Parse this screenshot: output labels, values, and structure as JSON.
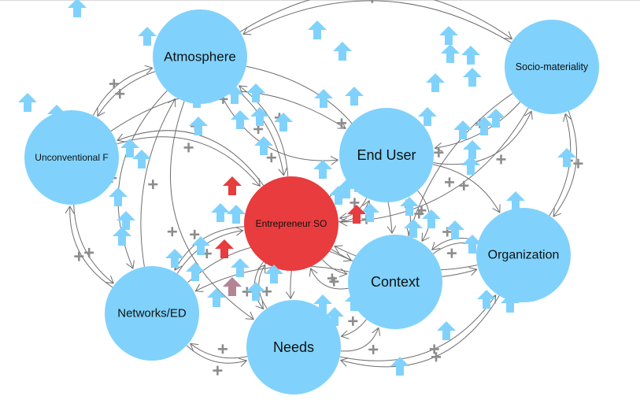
{
  "diagram": {
    "title": "Causal loop diagram",
    "colors": {
      "node_default": "#80d2fc",
      "node_focus": "#e83c3e",
      "edge": "#6e6e6e",
      "polarity": "#8c8c8c",
      "marker_increase": "#80d2fc",
      "marker_focus": "#e83c3e",
      "marker_muted": "#b48494"
    },
    "nodes": [
      {
        "id": "atmosphere",
        "label": "Atmosphere",
        "role": "default"
      },
      {
        "id": "socio",
        "label": "Socio-materiality",
        "role": "default"
      },
      {
        "id": "unconv",
        "label": "Unconventional F",
        "role": "default"
      },
      {
        "id": "enduser",
        "label": "End User",
        "role": "default"
      },
      {
        "id": "entre",
        "label": "Entrepreneur SO",
        "role": "focus"
      },
      {
        "id": "org",
        "label": "Organization",
        "role": "default"
      },
      {
        "id": "context",
        "label": "Context",
        "role": "default"
      },
      {
        "id": "networks",
        "label": "Networks/ED",
        "role": "default"
      },
      {
        "id": "needs",
        "label": "Needs",
        "role": "default"
      }
    ],
    "edges": [
      {
        "from": "atmosphere",
        "to": "unconv",
        "polarity": "+"
      },
      {
        "from": "unconv",
        "to": "atmosphere",
        "polarity": "+"
      },
      {
        "from": "socio",
        "to": "atmosphere",
        "polarity": "+"
      },
      {
        "from": "atmosphere",
        "to": "socio",
        "polarity": "+"
      },
      {
        "from": "enduser",
        "to": "socio",
        "polarity": "+"
      },
      {
        "from": "socio",
        "to": "enduser",
        "polarity": "+"
      },
      {
        "from": "org",
        "to": "socio",
        "polarity": "+"
      },
      {
        "from": "socio",
        "to": "org",
        "polarity": "+"
      },
      {
        "from": "needs",
        "to": "org",
        "polarity": "+"
      },
      {
        "from": "org",
        "to": "needs",
        "polarity": "+"
      },
      {
        "from": "context",
        "to": "networks",
        "polarity": "+"
      },
      {
        "from": "needs",
        "to": "networks",
        "polarity": "+"
      },
      {
        "from": "networks",
        "to": "needs",
        "polarity": "+"
      },
      {
        "from": "unconv",
        "to": "entre",
        "polarity": "+"
      },
      {
        "from": "entre",
        "to": "unconv",
        "polarity": "+"
      },
      {
        "from": "atmosphere",
        "to": "entre",
        "polarity": "+"
      },
      {
        "from": "entre",
        "to": "atmosphere",
        "polarity": "+"
      },
      {
        "from": "enduser",
        "to": "entre",
        "polarity": "+"
      },
      {
        "from": "entre",
        "to": "enduser",
        "polarity": "+"
      },
      {
        "from": "context",
        "to": "entre",
        "polarity": "+"
      },
      {
        "from": "entre",
        "to": "context",
        "polarity": "+"
      },
      {
        "from": "networks",
        "to": "entre",
        "polarity": "+"
      },
      {
        "from": "entre",
        "to": "networks",
        "polarity": "+"
      },
      {
        "from": "needs",
        "to": "entre",
        "polarity": "+"
      },
      {
        "from": "entre",
        "to": "needs",
        "polarity": "+"
      },
      {
        "from": "org",
        "to": "entre",
        "polarity": "+"
      },
      {
        "from": "entre",
        "to": "org",
        "polarity": "+"
      },
      {
        "from": "socio",
        "to": "entre",
        "polarity": "+"
      },
      {
        "from": "atmosphere",
        "to": "enduser",
        "polarity": "+"
      },
      {
        "from": "enduser",
        "to": "context",
        "polarity": "+"
      },
      {
        "from": "context",
        "to": "enduser",
        "polarity": "+"
      },
      {
        "from": "context",
        "to": "org",
        "polarity": "+"
      },
      {
        "from": "org",
        "to": "context",
        "polarity": "+"
      },
      {
        "from": "networks",
        "to": "context",
        "polarity": "+"
      },
      {
        "from": "needs",
        "to": "context",
        "polarity": "+"
      },
      {
        "from": "context",
        "to": "needs",
        "polarity": "+"
      },
      {
        "from": "unconv",
        "to": "networks",
        "polarity": "+"
      },
      {
        "from": "networks",
        "to": "unconv",
        "polarity": "+"
      },
      {
        "from": "atmosphere",
        "to": "networks",
        "polarity": "+"
      },
      {
        "from": "atmosphere",
        "to": "context",
        "polarity": "+"
      },
      {
        "from": "socio",
        "to": "context",
        "polarity": "+"
      },
      {
        "from": "enduser",
        "to": "org",
        "polarity": "+"
      },
      {
        "from": "enduser",
        "to": "needs",
        "polarity": "+"
      },
      {
        "from": "unconv",
        "to": "enduser",
        "polarity": "+"
      },
      {
        "from": "atmosphere",
        "to": "needs",
        "polarity": "+"
      },
      {
        "from": "networks",
        "to": "atmosphere",
        "polarity": "+"
      }
    ],
    "markers": [
      {
        "kind": "increase"
      },
      {
        "kind": "increase"
      },
      {
        "kind": "increase"
      },
      {
        "kind": "increase"
      },
      {
        "kind": "increase"
      },
      {
        "kind": "increase"
      },
      {
        "kind": "increase"
      },
      {
        "kind": "increase"
      },
      {
        "kind": "increase"
      },
      {
        "kind": "increase"
      },
      {
        "kind": "increase"
      },
      {
        "kind": "increase"
      },
      {
        "kind": "increase"
      },
      {
        "kind": "increase"
      },
      {
        "kind": "increase"
      },
      {
        "kind": "increase"
      },
      {
        "kind": "increase"
      },
      {
        "kind": "increase"
      },
      {
        "kind": "increase"
      },
      {
        "kind": "increase"
      },
      {
        "kind": "increase"
      },
      {
        "kind": "increase"
      },
      {
        "kind": "increase"
      },
      {
        "kind": "increase"
      },
      {
        "kind": "increase"
      },
      {
        "kind": "increase"
      },
      {
        "kind": "increase"
      },
      {
        "kind": "increase"
      },
      {
        "kind": "increase"
      },
      {
        "kind": "increase"
      },
      {
        "kind": "increase"
      },
      {
        "kind": "increase"
      },
      {
        "kind": "increase"
      },
      {
        "kind": "increase"
      },
      {
        "kind": "increase"
      },
      {
        "kind": "increase"
      },
      {
        "kind": "increase"
      },
      {
        "kind": "increase"
      },
      {
        "kind": "increase"
      },
      {
        "kind": "increase"
      },
      {
        "kind": "increase"
      },
      {
        "kind": "increase"
      },
      {
        "kind": "increase"
      },
      {
        "kind": "increase"
      },
      {
        "kind": "increase"
      },
      {
        "kind": "increase"
      },
      {
        "kind": "increase"
      },
      {
        "kind": "increase"
      },
      {
        "kind": "increase"
      },
      {
        "kind": "increase"
      },
      {
        "kind": "increase"
      },
      {
        "kind": "increase"
      },
      {
        "kind": "increase"
      },
      {
        "kind": "increase"
      },
      {
        "kind": "increase"
      },
      {
        "kind": "increase"
      },
      {
        "kind": "increase"
      },
      {
        "kind": "increase"
      },
      {
        "kind": "increase"
      },
      {
        "kind": "increase"
      },
      {
        "kind": "focus"
      },
      {
        "kind": "focus"
      },
      {
        "kind": "focus"
      },
      {
        "kind": "muted"
      }
    ],
    "polarity_marks": 44
  }
}
